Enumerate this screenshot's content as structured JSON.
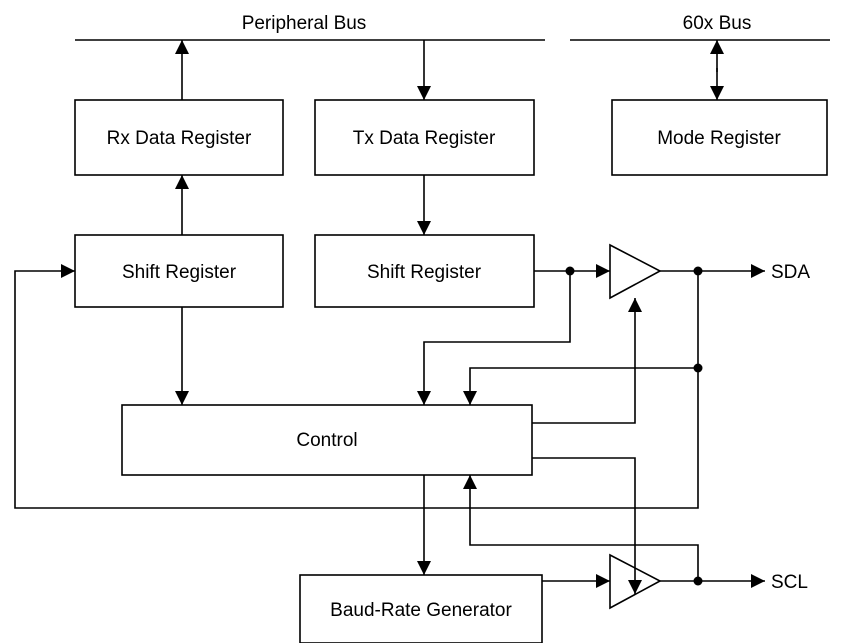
{
  "buses": {
    "peripheral": "Peripheral Bus",
    "cpu": "60x Bus"
  },
  "blocks": {
    "rx_data_register": "Rx Data Register",
    "tx_data_register": "Tx Data Register",
    "mode_register": "Mode Register",
    "rx_shift_register": "Shift Register",
    "tx_shift_register": "Shift Register",
    "control": "Control",
    "baud_rate_generator": "Baud-Rate Generator"
  },
  "signals": {
    "sda": "SDA",
    "scl": "SCL"
  }
}
